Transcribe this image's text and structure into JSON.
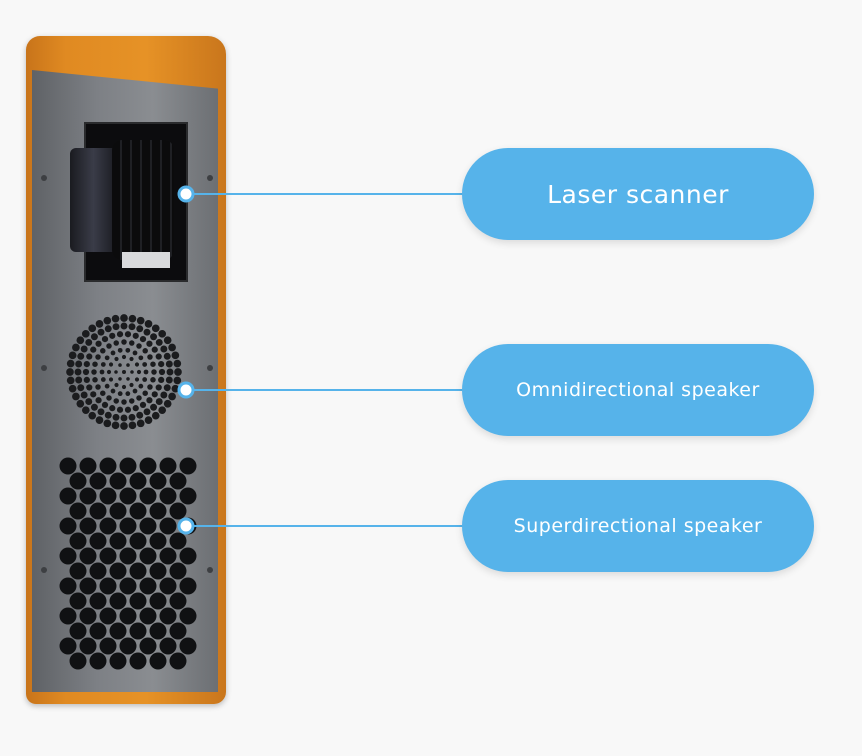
{
  "callouts": [
    {
      "label": "Laser scanner"
    },
    {
      "label": "Omnidirectional speaker"
    },
    {
      "label": "Superdirectional speaker"
    }
  ],
  "colors": {
    "pill": "#56b3ea",
    "connector": "#56b3ea",
    "device_shell": "#e08a22",
    "device_panel": "#7d8085"
  }
}
